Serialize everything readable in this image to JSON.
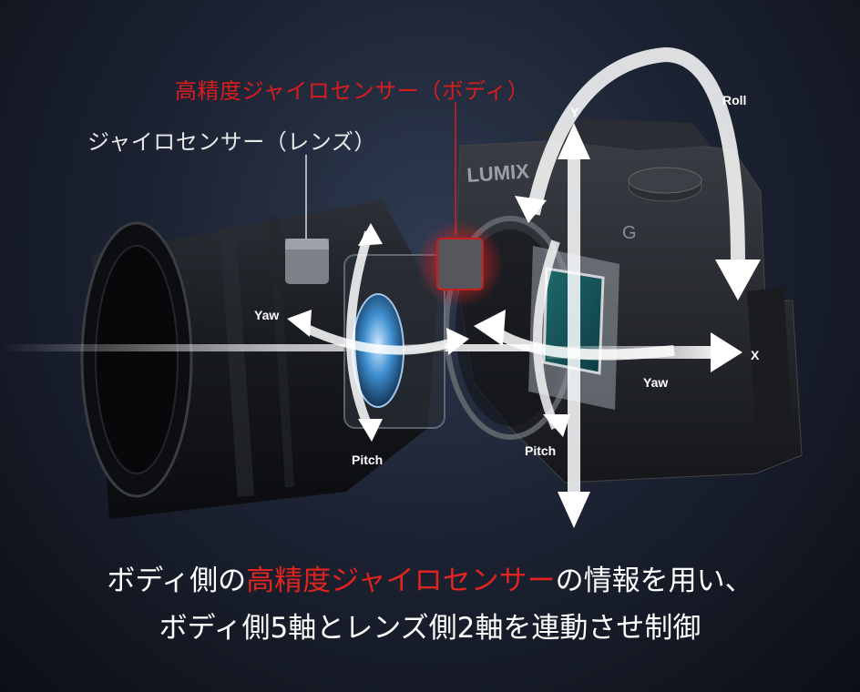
{
  "labels": {
    "body_gyro": "高精度ジャイロセンサー（ボディ）",
    "lens_gyro": "ジャイロセンサー（レンズ）"
  },
  "brand": {
    "camera_logo": "LUMIX",
    "grip_mark": "G"
  },
  "axes": {
    "roll": "Roll",
    "y": "Y",
    "x": "X",
    "yaw_lens": "Yaw",
    "yaw_body": "Yaw",
    "pitch_lens": "Pitch",
    "pitch_body": "Pitch"
  },
  "caption": {
    "line1_a": "ボディ側の",
    "line1_highlight": "高精度ジャイロセンサー",
    "line1_b": "の情報を用い、",
    "line2": "ボディ側5軸とレンズ側2軸を連動させ制御"
  },
  "colors": {
    "highlight": "#e0241f",
    "background": "#161c28"
  }
}
